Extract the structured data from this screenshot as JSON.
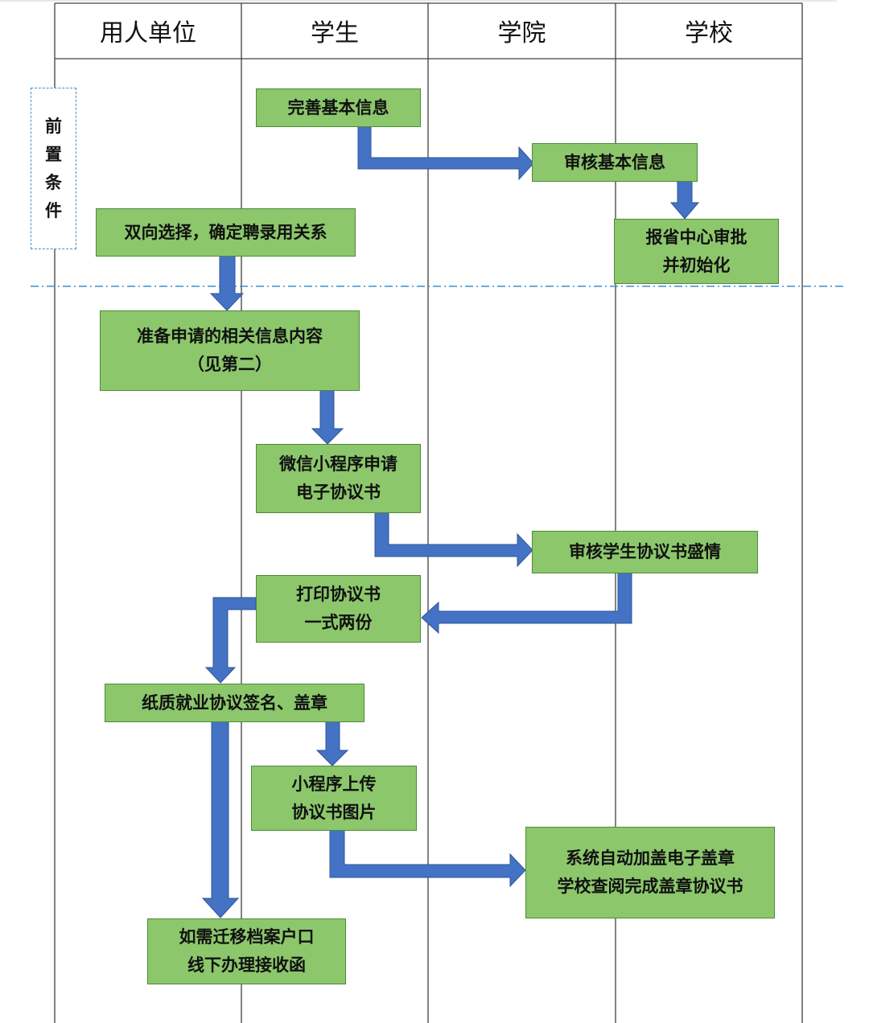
{
  "lanes": {
    "employer": "用人单位",
    "student": "学生",
    "college": "学院",
    "school": "学校"
  },
  "precondition_label": "前\n置\n条\n件",
  "steps": {
    "complete_info": "完善基本信息",
    "review_info": "审核基本信息",
    "report_province": "报省中心审批\n并初始化",
    "two_way_choice": "双向选择，确定聘录用关系",
    "prepare_info": "准备申请的相关信息内容\n（见第二）",
    "wechat_apply": "微信小程序申请\n电子协议书",
    "review_agreement": "审核学生协议书盛情",
    "print_agreement": "打印协议书\n一式两份",
    "sign_seal": "纸质就业协议签名、盖章",
    "upload_image": "小程序上传\n协议书图片",
    "auto_seal": "系统自动加盖电子盖章\n学校查阅完成盖章协议书",
    "transfer_archive": "如需迁移档案户口\n线下办理接收函"
  },
  "colors": {
    "box_fill": "#8cc76c",
    "box_border": "#4d8a36",
    "arrow": "#4472c4",
    "arrow_border": "#2f5597",
    "divider": "#3b8fd0",
    "grid": "#404040"
  }
}
